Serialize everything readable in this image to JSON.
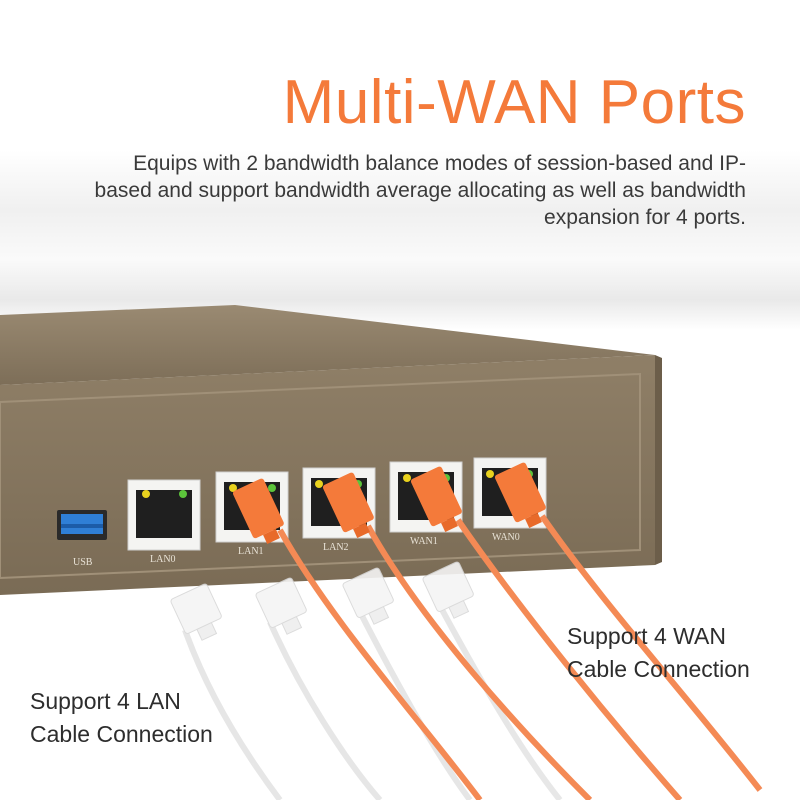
{
  "heading": {
    "title": "Multi-WAN Ports",
    "description": "Equips with 2 bandwidth balance modes of session-based and IP-based and support bandwidth average allocating as well as bandwidth expansion for 4 ports."
  },
  "device": {
    "usb_label": "USB",
    "ports": [
      "LAN0",
      "LAN1",
      "LAN2",
      "WAN1",
      "WAN0"
    ]
  },
  "callouts": {
    "wan": [
      "Support 4 WAN",
      "Cable Connection"
    ],
    "lan": [
      "Support 4 LAN",
      "Cable Connection"
    ]
  },
  "colors": {
    "accent": "#f47a3a",
    "cable": "#f48a55",
    "chassis": "#8a7a62"
  }
}
